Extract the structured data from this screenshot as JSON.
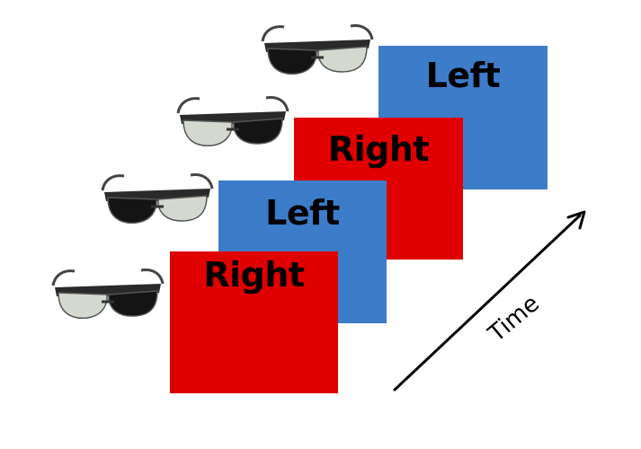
{
  "frames": [
    {
      "label": "Left",
      "eye": "left",
      "color": "#3d7cc9"
    },
    {
      "label": "Right",
      "eye": "right",
      "color": "#e00000"
    },
    {
      "label": "Left",
      "eye": "left",
      "color": "#3d7cc9"
    },
    {
      "label": "Right",
      "eye": "right",
      "color": "#e00000"
    }
  ],
  "glasses": [
    {
      "icon": "shutter-glasses-icon",
      "dark_lens": "right"
    },
    {
      "icon": "shutter-glasses-icon",
      "dark_lens": "left"
    },
    {
      "icon": "shutter-glasses-icon",
      "dark_lens": "right"
    },
    {
      "icon": "shutter-glasses-icon",
      "dark_lens": "left"
    }
  ],
  "time_axis": {
    "label": "Time",
    "icon": "arrow-icon"
  }
}
